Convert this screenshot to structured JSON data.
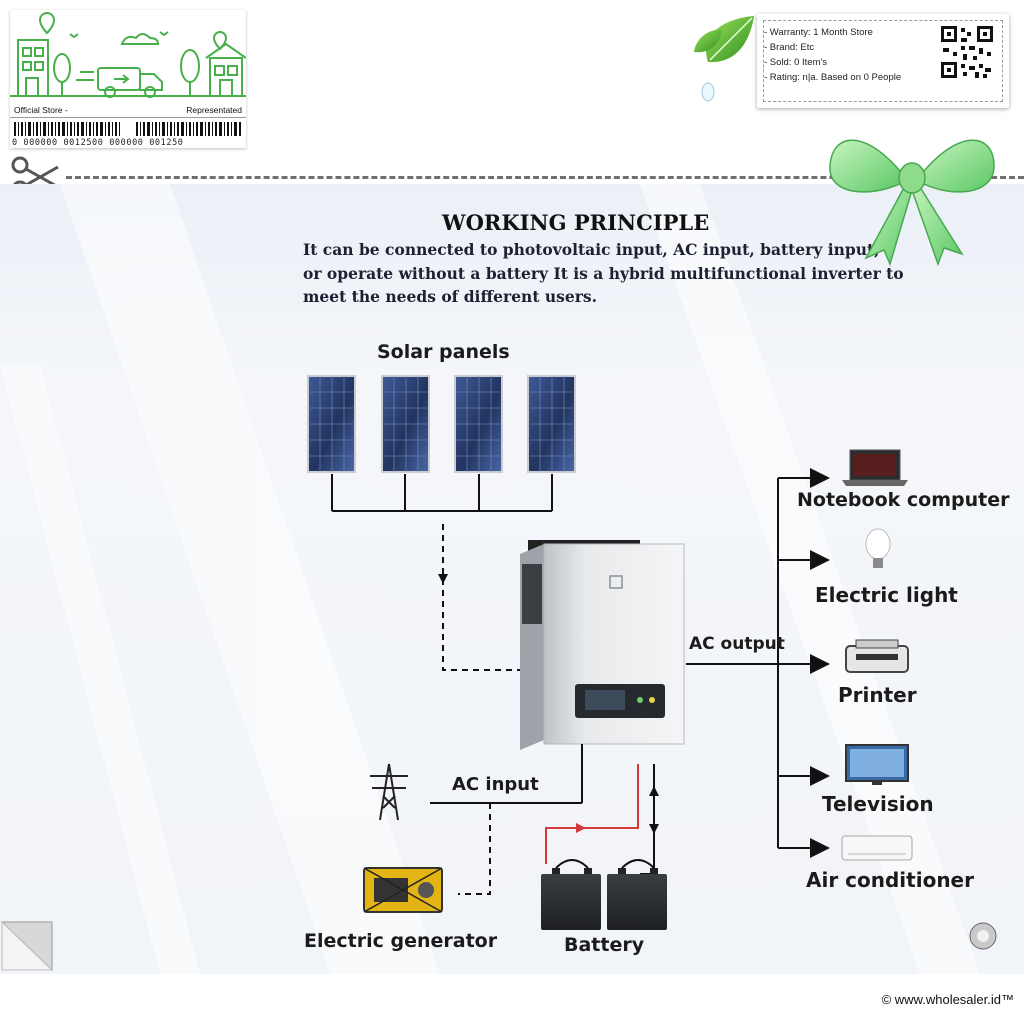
{
  "store": {
    "name": "Official Store -",
    "representation": "Representated",
    "barcode_digits": "0  000000  0012500  000000  001250"
  },
  "info": {
    "warranty": "- Warranty: 1 Month Store",
    "brand": "- Brand: Etc",
    "sold": "- Sold: 0 Item's",
    "rating": "- Rating: n|a. Based on 0 People"
  },
  "diagram": {
    "title": "WORKING PRINCIPLE",
    "description_lines": [
      "It can be connected to photovoltaic input, AC input, battery input,",
      "or operate without a battery It is a hybrid multifunctional inverter to",
      "meet the needs of different users."
    ],
    "labels": {
      "solar_panels": "Solar panels",
      "ac_output": "AC output",
      "ac_input": "AC input",
      "electric_generator": "Electric generator",
      "battery": "Battery",
      "notebook": "Notebook computer",
      "electric_light": "Electric light",
      "printer": "Printer",
      "television": "Television",
      "air_conditioner": "Air conditioner"
    }
  },
  "footer": {
    "copyright": "© www.wholesaler.id™"
  },
  "colors": {
    "accent_green": "#4caf50",
    "panel_blue": "#2d3f6e",
    "arrow_red": "#d33a3a"
  }
}
